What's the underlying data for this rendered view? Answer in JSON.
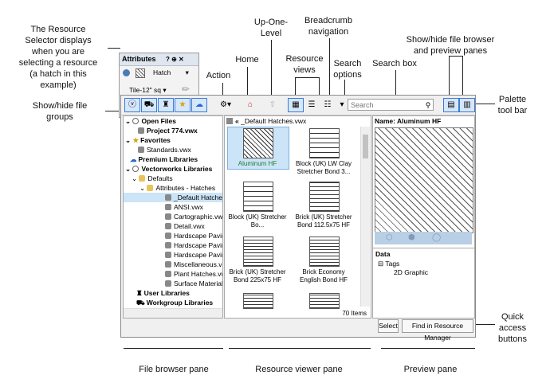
{
  "callouts": {
    "resource_selector": "The Resource\nSelector displays\nwhen you are\nselecting a resource\n(a hatch in this\nexample)",
    "show_hide_groups": "Show/hide file\ngroups",
    "action": "Action",
    "home": "Home",
    "up_one_level": "Up-One-\nLevel",
    "breadcrumb": "Breadcrumb\nnavigation",
    "resource_views": "Resource\nviews",
    "search_options": "Search\noptions",
    "search_box": "Search box",
    "show_hide_browser": "Show/hide file browser\nand preview panes",
    "palette_toolbar": "Palette\ntool bar",
    "quick_access": "Quick\naccess\nbuttons",
    "file_browser_pane": "File browser pane",
    "resource_viewer_pane": "Resource viewer pane",
    "preview_pane": "Preview pane"
  },
  "attributes_palette": {
    "title": "Attributes",
    "fill_type": "Hatch",
    "tile_value": "Tile-12\" sq"
  },
  "toolbar": {
    "search_placeholder": "Search"
  },
  "file_browser": {
    "items": [
      {
        "label": "Open Files",
        "bold": true
      },
      {
        "label": "Project 774.vwx",
        "bold": true
      },
      {
        "label": "Favorites",
        "bold": true
      },
      {
        "label": "Standards.vwx",
        "bold": false
      },
      {
        "label": "Premium Libraries",
        "bold": true
      },
      {
        "label": "Vectorworks Libraries",
        "bold": true
      },
      {
        "label": "Defaults",
        "bold": false
      },
      {
        "label": "Attributes - Hatches",
        "bold": false
      },
      {
        "label": "_Default Hatches",
        "bold": false
      },
      {
        "label": "ANSI.vwx",
        "bold": false
      },
      {
        "label": "Cartographic.vw",
        "bold": false
      },
      {
        "label": "Detail.vwx",
        "bold": false
      },
      {
        "label": "Hardscape Pavin",
        "bold": false
      },
      {
        "label": "Hardscape Pavin",
        "bold": false
      },
      {
        "label": "Hardscape Pavin",
        "bold": false
      },
      {
        "label": "Miscellaneous.v",
        "bold": false
      },
      {
        "label": "Plant Hatches.vw",
        "bold": false
      },
      {
        "label": "Surface Material.",
        "bold": false
      },
      {
        "label": "User Libraries",
        "bold": true
      },
      {
        "label": "Workgroup Libraries",
        "bold": true
      }
    ]
  },
  "resource_viewer": {
    "breadcrumb": "_Default Hatches.vwx",
    "thumbnails": [
      {
        "label": "Aluminum HF",
        "selected": true
      },
      {
        "label": "Block (UK) LW Clay Stretcher Bond 3...",
        "selected": false
      },
      {
        "label": "Block (UK) Stretcher Bo...",
        "selected": false
      },
      {
        "label": "Brick (UK) Stretcher Bond 112.5x75 HF",
        "selected": false
      },
      {
        "label": "Brick (UK) Stretcher Bond 225x75 HF",
        "selected": false
      },
      {
        "label": "Brick Economy English Bond HF",
        "selected": false
      }
    ],
    "count": "70 Items"
  },
  "preview": {
    "name_label": "Name: Aluminum HF",
    "data_header": "Data",
    "tags_label": "Tags",
    "tag_value": "2D Graphic"
  },
  "buttons": {
    "select": "Select",
    "find": "Find in Resource Manager"
  }
}
